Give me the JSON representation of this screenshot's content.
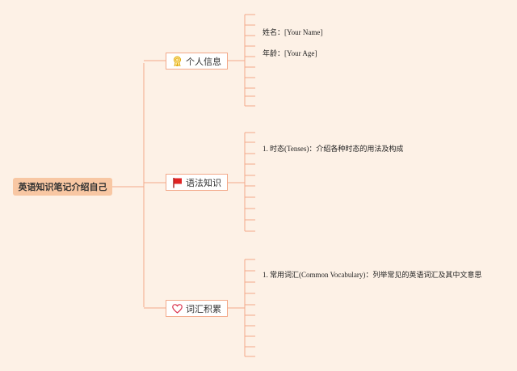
{
  "root": {
    "label": "英语知识笔记介绍自己"
  },
  "branches": [
    {
      "label": "个人信息",
      "icon": "award-ribbon-icon",
      "items": [
        "姓名：[Your Name]",
        "年龄：[Your Age]"
      ]
    },
    {
      "label": "语法知识",
      "icon": "red-flag-icon",
      "items": [
        "1. 时态(Tenses)：介绍各种时态的用法及构成"
      ]
    },
    {
      "label": "词汇积累",
      "icon": "heart-outline-icon",
      "items": [
        "1. 常用词汇(Common Vocabulary)：列举常见的英语词汇及其中文意思"
      ]
    }
  ],
  "colors": {
    "background": "#fdf1e6",
    "line": "#f3a98a",
    "root_fill": "#f8c7a3"
  }
}
